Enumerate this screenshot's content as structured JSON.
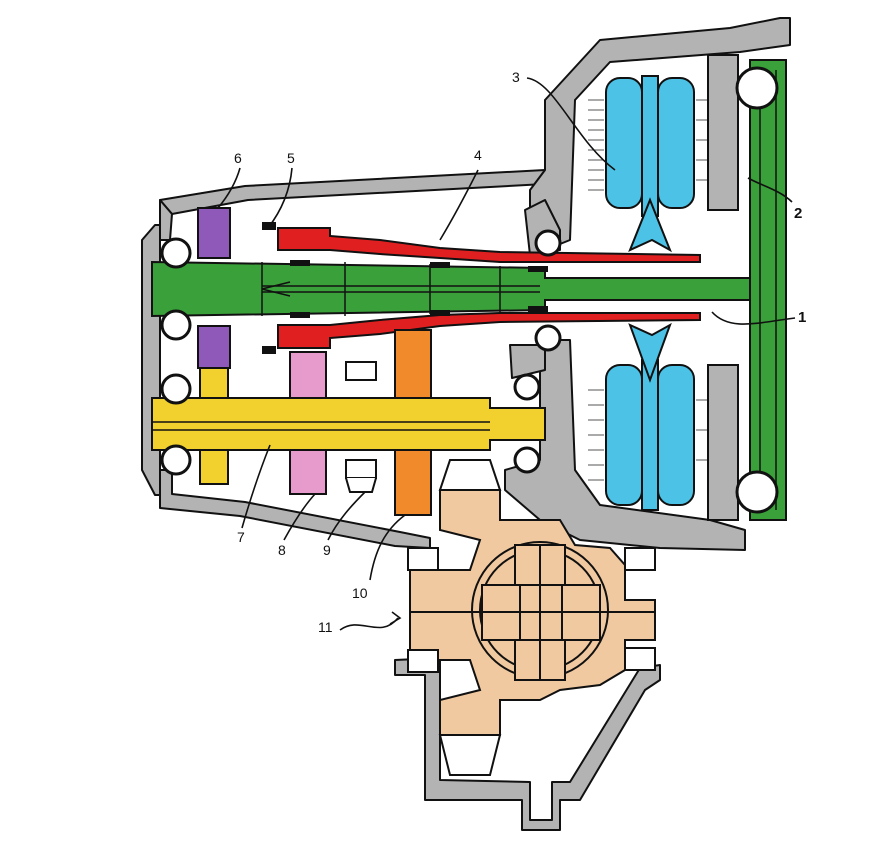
{
  "colors": {
    "housing": "#b3b3b3",
    "green_shaft": "#3aa03a",
    "yellow_shaft": "#f2d12e",
    "red_shaft": "#e02020",
    "blue_clutch": "#4cc3e6",
    "purple_gear": "#8e59b8",
    "pink_gear": "#e79bcc",
    "orange_gear": "#f08a2b",
    "differential": "#f1c9a0",
    "outline": "#111111"
  },
  "labels": [
    {
      "id": "label-1",
      "text": "1"
    },
    {
      "id": "label-2",
      "text": "2"
    },
    {
      "id": "label-3",
      "text": "3"
    },
    {
      "id": "label-4",
      "text": "4"
    },
    {
      "id": "label-5",
      "text": "5"
    },
    {
      "id": "label-6",
      "text": "6"
    },
    {
      "id": "label-7",
      "text": "7"
    },
    {
      "id": "label-8",
      "text": "8"
    },
    {
      "id": "label-9",
      "text": "9"
    },
    {
      "id": "label-10",
      "text": "10"
    },
    {
      "id": "label-11",
      "text": "11"
    }
  ]
}
